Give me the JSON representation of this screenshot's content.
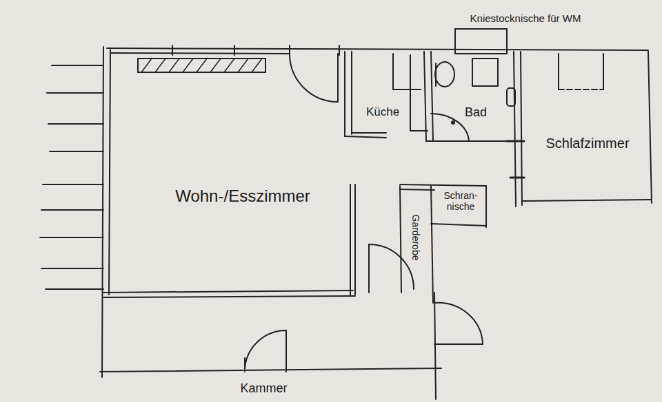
{
  "diagram": {
    "nodes": [
      {
        "text": [
          "Wohn-/Esszimmer"
        ]
      },
      {
        "text": [
          "Küche"
        ]
      },
      {
        "text": [
          "Bad"
        ]
      },
      {
        "text": [
          "Schlafzimmer"
        ]
      },
      {
        "text": [
          "Schran- nische"
        ]
      },
      {
        "text": [
          "Garderobe"
        ]
      }
    ],
    "labels": [
      "Kniestocknische für WM",
      "Kammer"
    ]
  }
}
